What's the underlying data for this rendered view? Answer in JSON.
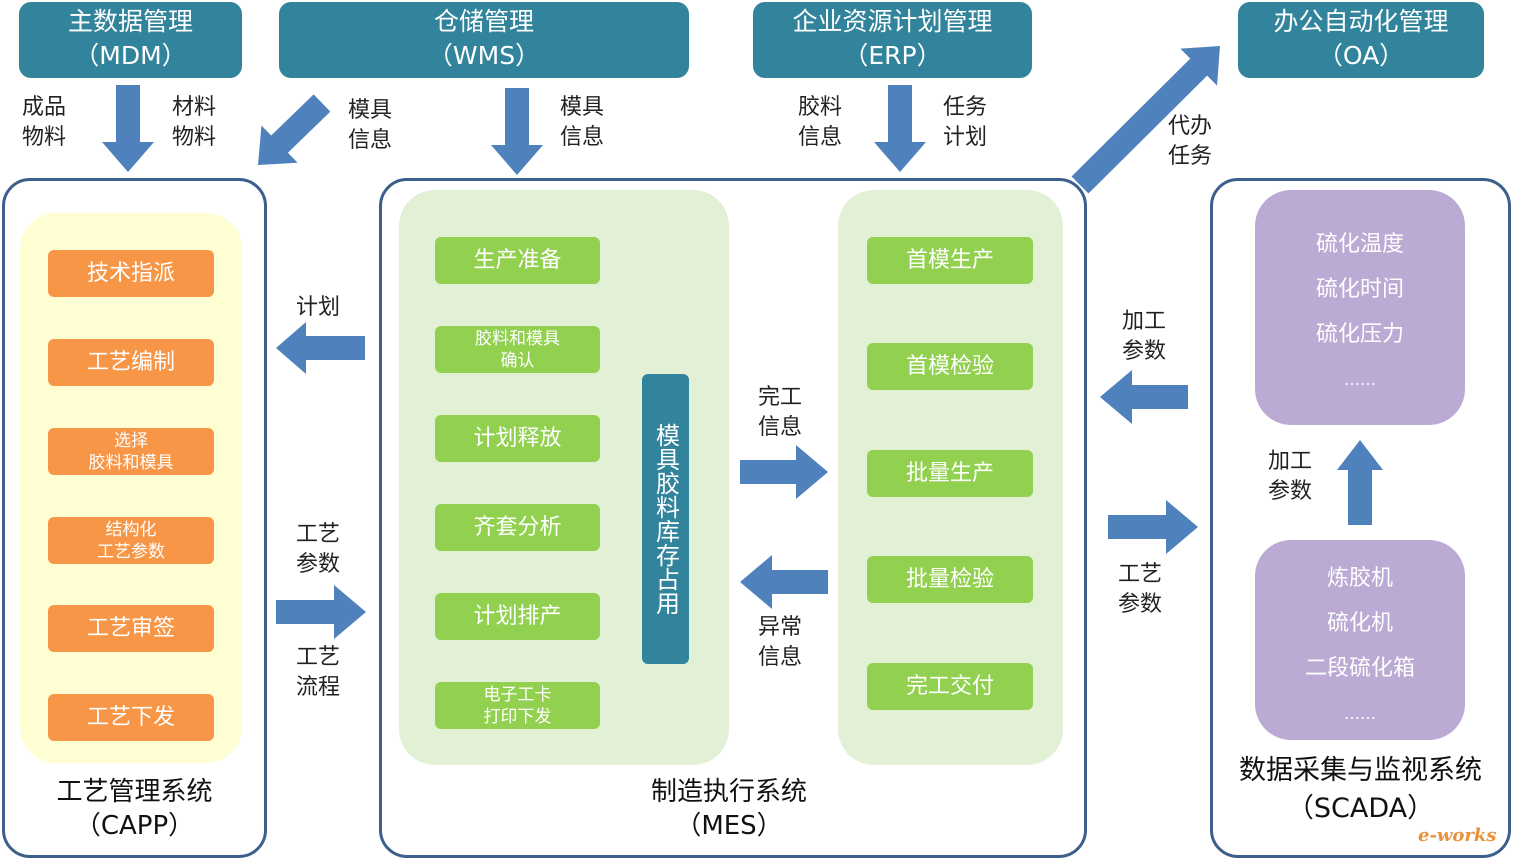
{
  "headers": {
    "mdm": {
      "name": "主数据管理",
      "code": "（MDM）"
    },
    "wms": {
      "name": "仓储管理",
      "code": "（WMS）"
    },
    "erp": {
      "name": "企业资源计划管理",
      "code": "（ERP）"
    },
    "oa": {
      "name": "办公自动化管理",
      "code": "（OA）"
    }
  },
  "flow_labels": {
    "finished": [
      "成品",
      "物料"
    ],
    "material": [
      "材料",
      "物料"
    ],
    "mold1": [
      "模具",
      "信息"
    ],
    "mold2": [
      "模具",
      "信息"
    ],
    "rubber": [
      "胶料",
      "信息"
    ],
    "task": [
      "任务",
      "计划"
    ],
    "agent": [
      "代办",
      "任务"
    ],
    "plan": [
      "计划"
    ],
    "proc_param": [
      "工艺",
      "参数"
    ],
    "proc_flow": [
      "工艺",
      "流程"
    ],
    "done": [
      "完工",
      "信息"
    ],
    "abnormal": [
      "异常",
      "信息"
    ],
    "machining1": [
      "加工",
      "参数"
    ],
    "machining2": [
      "加工",
      "参数"
    ],
    "proc_param2": [
      "工艺",
      "参数"
    ]
  },
  "capp": {
    "steps": [
      "技术指派",
      "工艺编制",
      "选择\n胶料和模具",
      "结构化\n工艺参数",
      "工艺审签",
      "工艺下发"
    ],
    "name": "工艺管理系统",
    "code": "（CAPP）"
  },
  "mes": {
    "left_steps": [
      "生产准备",
      "胶料和模具\n确认",
      "计划释放",
      "齐套分析",
      "计划排产",
      "电子工卡\n打印下发"
    ],
    "inventory": "模具胶料库存占用",
    "right_steps": [
      "首模生产",
      "首模检验",
      "批量生产",
      "批量检验",
      "完工交付"
    ],
    "name": "制造执行系统",
    "code": "（MES）"
  },
  "scada": {
    "params": [
      "硫化温度",
      "硫化时间",
      "硫化压力",
      "……"
    ],
    "devices": [
      "炼胶机",
      "硫化机",
      "二段硫化箱",
      "……"
    ],
    "name": "数据采集与监视系统",
    "code": "（SCADA）"
  },
  "watermark": "e-works",
  "colors": {
    "header": "#31849b",
    "arrow": "#4f81bd",
    "orange": "#f79646",
    "green": "#92d050",
    "purple": "#bbaad3"
  }
}
